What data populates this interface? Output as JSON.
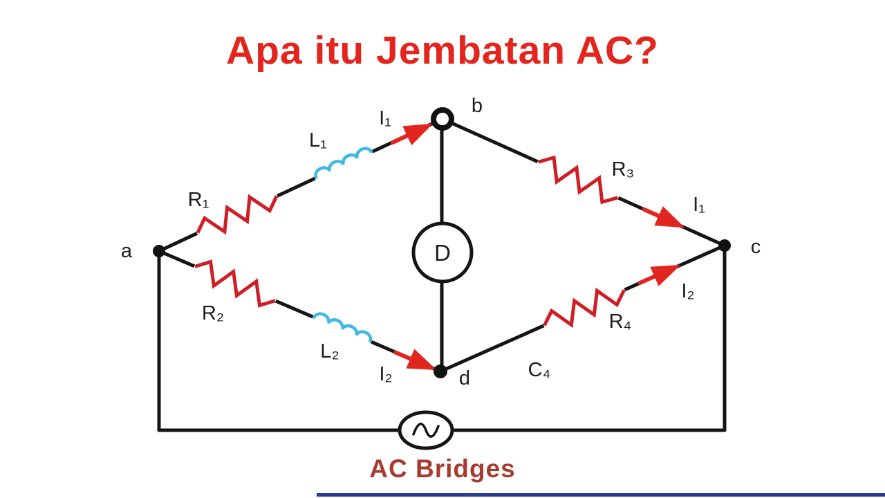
{
  "slide": {
    "title": "Apa itu Jembatan AC?",
    "caption": "AC Bridges",
    "colors": {
      "title": "#e4251e",
      "caption": "#a63c2f",
      "resistor": "#cc2026",
      "inductor": "#3fb9e4",
      "arrow": "#e0261f",
      "wire": "#151515",
      "bottom_bar": "#2c3a92"
    }
  },
  "circuit": {
    "nodes": {
      "a": "a",
      "b": "b",
      "c": "c",
      "d": "d"
    },
    "detector": "D",
    "labels": {
      "r1": "R₁",
      "l1": "L₁",
      "r2": "R₂",
      "l2": "L₂",
      "r3": "R₃",
      "r4": "R₄",
      "c4": "C₄",
      "i1_top": "I₁",
      "i1_right": "I₁",
      "i2_bottom": "I₂",
      "i2_right": "I₂"
    }
  }
}
